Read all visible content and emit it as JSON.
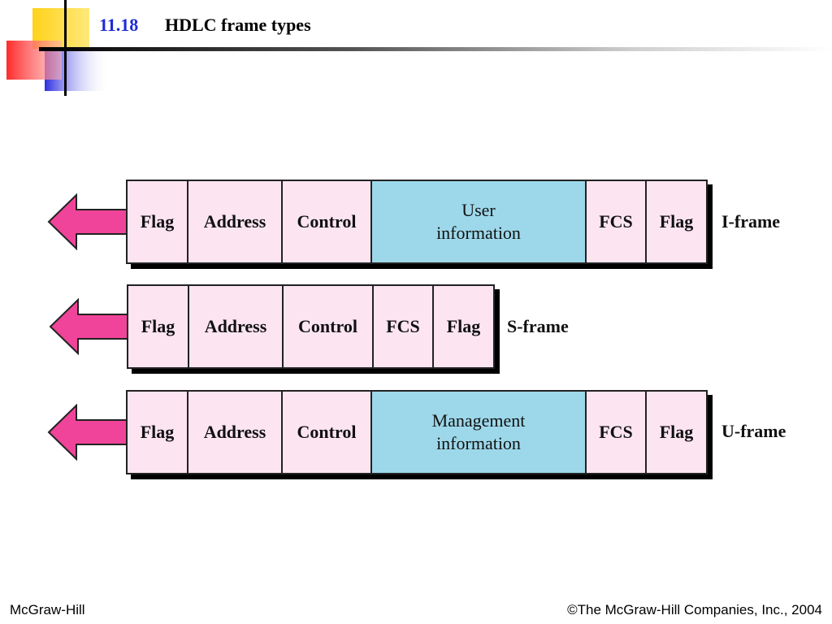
{
  "slide": {
    "number": "11.18",
    "title": "HDLC frame types"
  },
  "frames": [
    {
      "label": "I-frame",
      "fields": [
        "Flag",
        "Address",
        "Control",
        "User",
        "information",
        "FCS",
        "Flag"
      ]
    },
    {
      "label": "S-frame",
      "fields": [
        "Flag",
        "Address",
        "Control",
        "FCS",
        "Flag"
      ]
    },
    {
      "label": "U-frame",
      "fields": [
        "Flag",
        "Address",
        "Control",
        "Management",
        "information",
        "FCS",
        "Flag"
      ]
    }
  ],
  "colors": {
    "field_fill": "#fce4f1",
    "info_fill": "#9dd8ea",
    "arrow_fill": "#f0449a",
    "slide_number": "#1e2bd6"
  },
  "footer": {
    "left": "McGraw-Hill",
    "right": "©The McGraw-Hill Companies, Inc., 2004"
  }
}
